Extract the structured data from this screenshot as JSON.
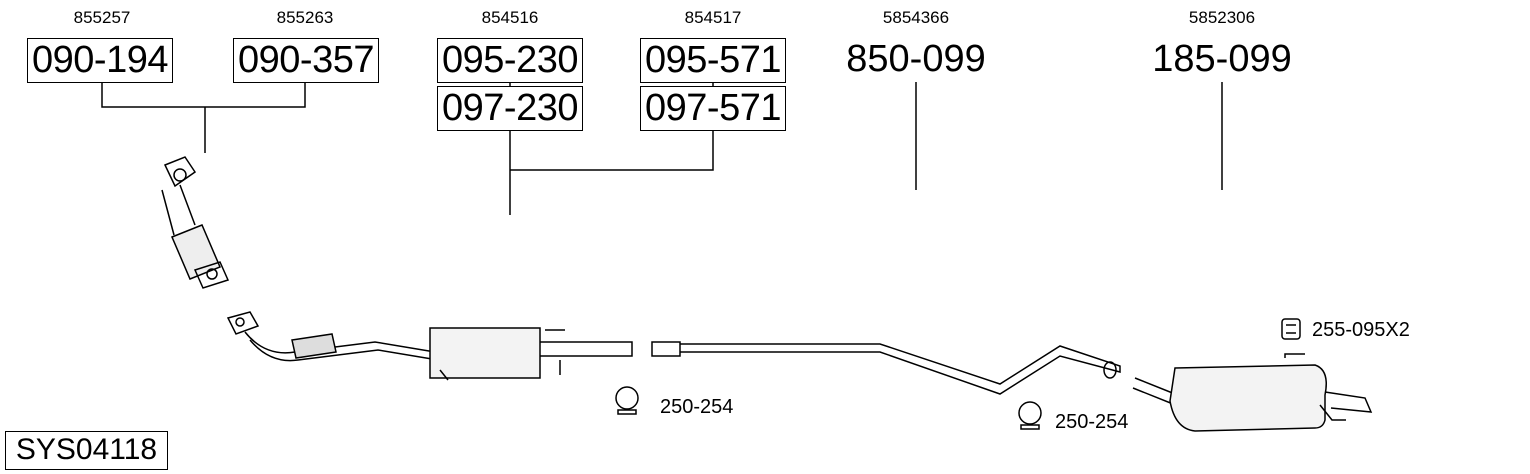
{
  "groups": [
    {
      "refs": [
        "855257",
        "855263"
      ],
      "parts": [
        "090-194",
        "090-357"
      ]
    },
    {
      "refs": [
        "854516",
        "854517"
      ],
      "parts": [
        "095-230",
        "095-571"
      ],
      "alt_parts": [
        "097-230",
        "097-571"
      ]
    },
    {
      "ref": "5854366",
      "part": "850-099"
    },
    {
      "ref": "5852306",
      "part": "185-099"
    }
  ],
  "accessories": [
    {
      "icon": "clamp-icon",
      "label": "250-254"
    },
    {
      "icon": "clamp-icon",
      "label": "250-254"
    },
    {
      "icon": "rubber-mount-icon",
      "label": "255-095X2"
    }
  ],
  "system_id": "SYS04118"
}
